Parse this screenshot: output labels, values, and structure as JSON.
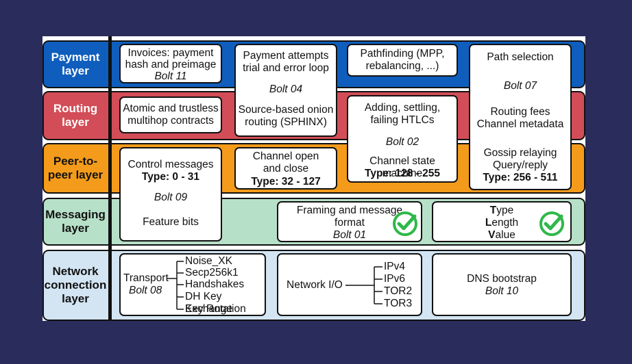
{
  "layers": {
    "payment": {
      "line1": "Payment",
      "line2": "layer",
      "color": "#0f5ebd"
    },
    "routing": {
      "line1": "Routing",
      "line2": "layer",
      "color": "#d24d57"
    },
    "p2p": {
      "line1": "Peer-to-",
      "line2": "peer layer",
      "color": "#f49b1b"
    },
    "messaging": {
      "line1": "Messaging",
      "line2": "layer",
      "color": "#b7e0c8"
    },
    "network": {
      "line1": "Network",
      "line2": "connection",
      "line3": "layer",
      "color": "#d3e4f2"
    }
  },
  "boxes": {
    "invoices": {
      "line1": "Invoices: payment",
      "line2": "hash and preimage",
      "bolt": "Bolt 11"
    },
    "payment_attempts": {
      "line1": "Payment attempts",
      "line2": "trial and error loop",
      "bolt": "Bolt 04",
      "line3": "Source-based onion",
      "line4": "routing (SPHINX)"
    },
    "pathfinding": {
      "line1": "Pathfinding (MPP,",
      "line2": "rebalancing, ...)"
    },
    "path_selection": {
      "line1": "Path selection",
      "bolt": "Bolt 07",
      "line2": "Routing fees",
      "line3": "Channel metadata",
      "line4": "Gossip relaying",
      "line5": "Query/reply",
      "type": "Type: 256 - 511"
    },
    "atomic": {
      "line1": "Atomic and trustless",
      "line2": "multihop contracts"
    },
    "htlcs": {
      "line1": "Adding, settling,",
      "line2": "failing HTLCs",
      "bolt": "Bolt 02",
      "line3": "Channel state machine",
      "type": "Type: 128 - 255"
    },
    "control": {
      "line1": "Control messages",
      "type": "Type: 0 - 31",
      "bolt": "Bolt 09",
      "line2": "Feature bits"
    },
    "channel_open": {
      "line1": "Channel open",
      "line2": "and close",
      "type": "Type: 32 - 127"
    },
    "framing": {
      "line1": "Framing and message",
      "line2": "format",
      "bolt": "Bolt 01"
    },
    "tlv": {
      "t": "T",
      "t_rest": "ype",
      "l": "L",
      "l_rest": "ength",
      "v": "V",
      "v_rest": "alue"
    },
    "transport": {
      "label": "Transport",
      "bolt": "Bolt 08",
      "items": [
        "Noise_XK",
        "Secp256k1",
        "Handshakes",
        "DH Key Exchange",
        "Key Rotation"
      ]
    },
    "network_io": {
      "label": "Network I/O",
      "items": [
        "IPv4",
        "IPv6",
        "TOR2",
        "TOR3"
      ]
    },
    "dns": {
      "line1": "DNS bootstrap",
      "bolt": "Bolt 10"
    }
  },
  "icons": {
    "check": "check-circle-icon",
    "check_color": "#2fb84a"
  }
}
